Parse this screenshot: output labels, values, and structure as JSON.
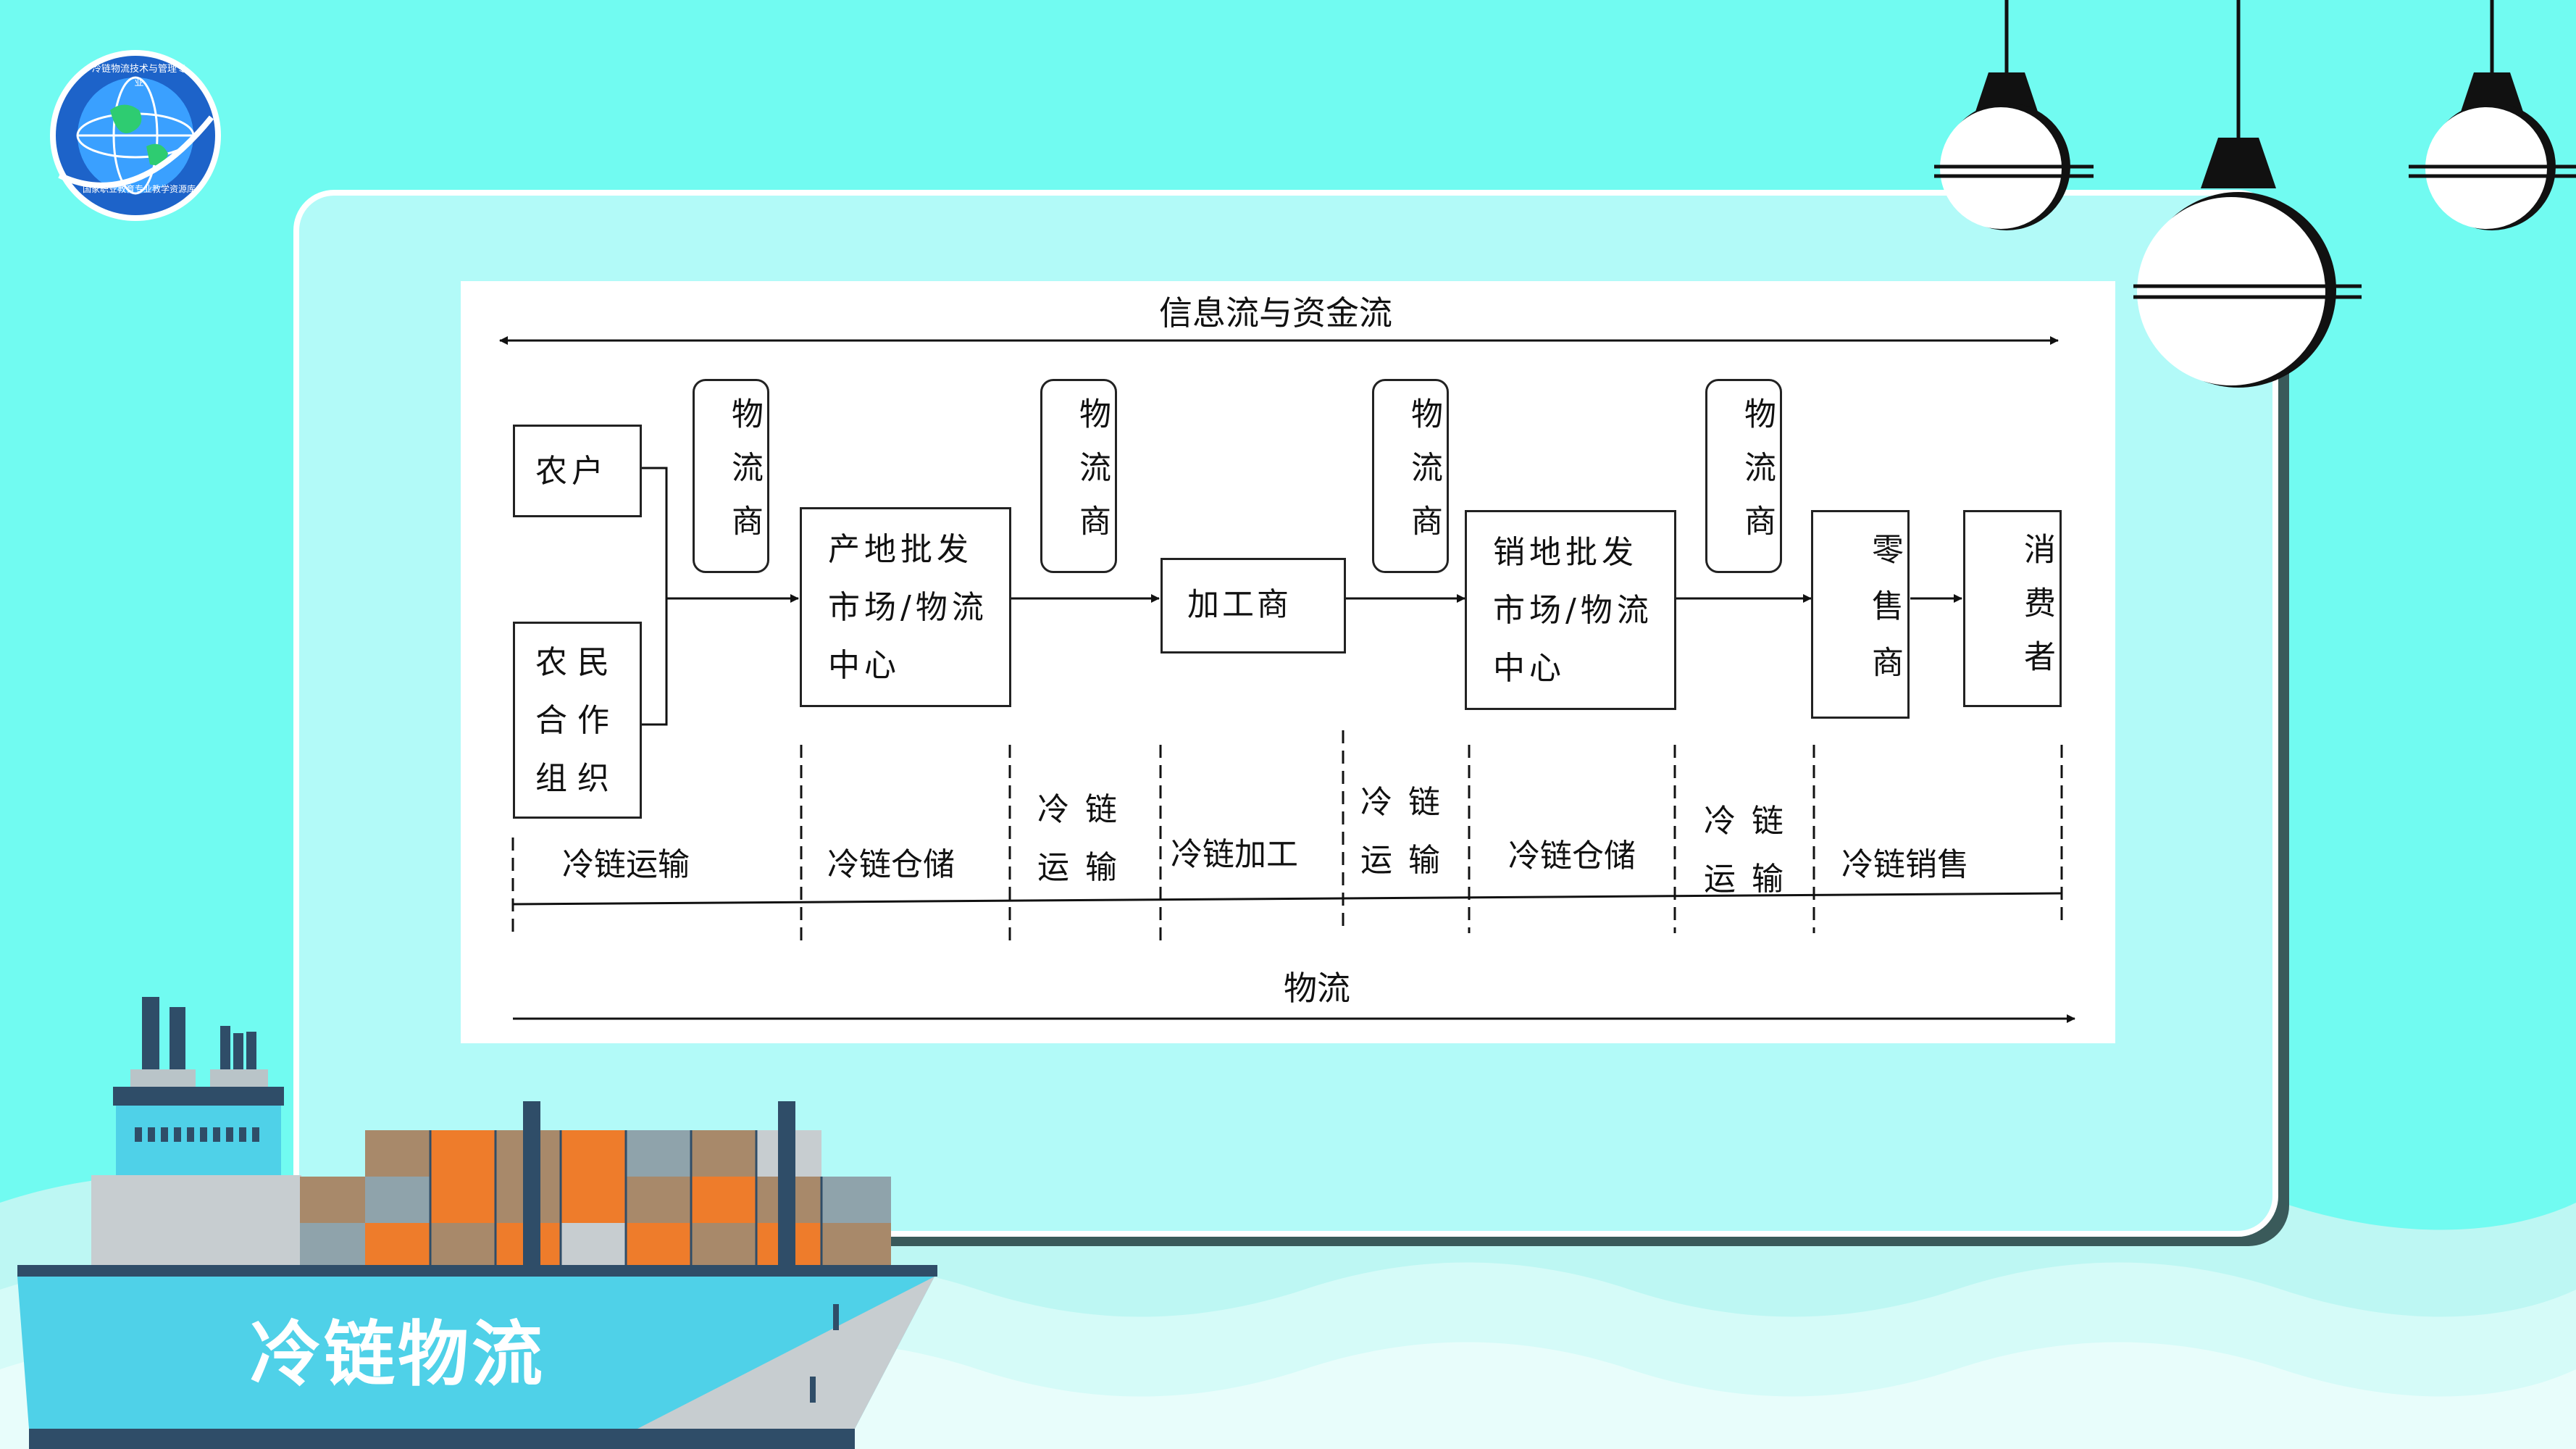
{
  "logo": {
    "top_text": "冷链物流技术与管理专业",
    "bottom_text": "国家职业教育专业教学资源库"
  },
  "slide_title": "冷链物流",
  "diagram": {
    "top_flow_label": "信息流与资金流",
    "bottom_flow_label": "物流",
    "sources": {
      "farmer": "农户",
      "cooperative": "农民\n合作\n组织"
    },
    "nodes": {
      "origin_market": "产地批发\n市场/物流\n中心",
      "processor": "加工商",
      "destination_market": "销地批发\n市场/物流\n中心",
      "retailer": "零售商",
      "consumer": "消费者"
    },
    "logistics_provider": "物流商",
    "stages": [
      "冷链运输",
      "冷链仓储",
      "冷链\n运输",
      "冷链加工",
      "冷链\n运输",
      "冷链仓储",
      "冷链\n运输",
      "冷链销售"
    ]
  },
  "colors": {
    "background": "#71fbf1",
    "board": "#b2faf8",
    "ship_hull": "#4fd1e8",
    "container_orange": "#ee7c2b",
    "container_brown": "#a8896a"
  }
}
